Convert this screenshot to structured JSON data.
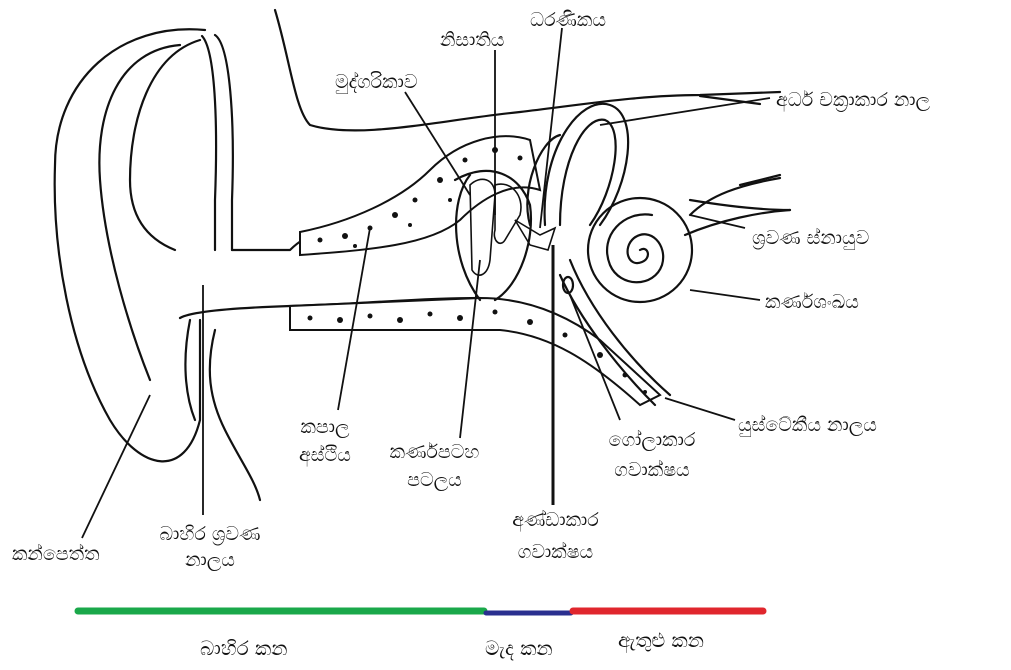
{
  "labels": {
    "dharanikaya": "ධරණිකය",
    "nisathiya": "නිසාතිය",
    "mudgarikawa": "මුද්ගරිකාව",
    "ardha_chakrakara_nala": "අර්ධ චක්‍රාකාර නාල",
    "shravana_snayuwa": "ශ්‍රවණ ස්නායුව",
    "karna_shanbaya": "කර්ණශංඛය",
    "yustekiya_nalaya": "යුස්ටේකීය නාලය",
    "gola_line1": "ගෝලාකාර",
    "gola_line2": "ගවාක්ෂය",
    "anda_line1": "අණ්ඩාකාර",
    "anda_line2": "ගවාක්ෂය",
    "karna_patha_line1": "කර්ණපටහ",
    "karna_patha_line2": "පටලය",
    "kapala_line1": "කපාල",
    "kapala_line2": "අස්ථිය",
    "bahira_shr_line1": "බාහිර ශ්‍රවණ",
    "bahira_shr_line2": "නාලය",
    "kanpeththa": "කන්පෙත්ත"
  },
  "regions": [
    {
      "name": "බාහිර කන",
      "color": "#1aa84a"
    },
    {
      "name": "මැද කන",
      "color": "#2a2f8f"
    },
    {
      "name": "ඇතුළු කන",
      "color": "#e0262d"
    }
  ]
}
